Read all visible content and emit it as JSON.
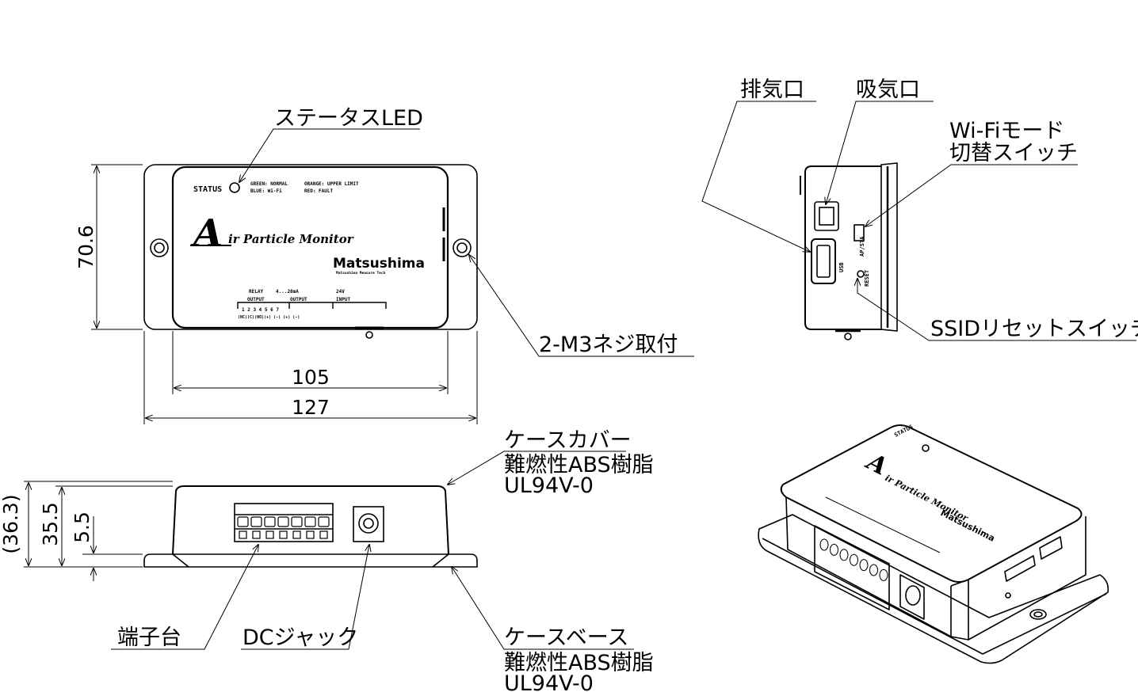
{
  "labels": {
    "status_led": "ステータスLED",
    "mount_screw": "2-M3ネジ取付",
    "exhaust": "排気口",
    "intake": "吸気口",
    "wifi_switch_l1": "Wi-Fiモード",
    "wifi_switch_l2": "切替スイッチ",
    "ssid_switch": "SSIDリセットスイッチ",
    "case_cover_l1": "ケースカバー",
    "case_cover_l2": "難燃性ABS樹脂",
    "case_cover_l3": "UL94V-0",
    "terminal_block": "端子台",
    "dc_jack": "DCジャック",
    "case_base_l1": "ケースベース",
    "case_base_l2": "難燃性ABS樹脂",
    "case_base_l3": "UL94V-0"
  },
  "dimensions": {
    "height": "70.6",
    "inner_width": "105",
    "outer_width": "127",
    "total_height": "(36.3)",
    "cover_height": "35.5",
    "base_height": "5.5"
  },
  "device": {
    "status_text": "STATUS",
    "legend_l1a": "GREEN: NORMAL",
    "legend_l1b": "ORANGE: UPPER LIMIT",
    "legend_l2a": "BLUE: Wi-Fi",
    "legend_l2b": "RED: FAULT",
    "logo_a": "A",
    "logo_text": "ir Particle Monitor",
    "brand": "Matsushima",
    "brand_sub": "Matsushima Measure Tech",
    "term_relay": "RELAY",
    "term_analog": "4...20mA",
    "term_power": "24V",
    "term_output1": "OUTPUT",
    "term_output2": "OUTPUT",
    "term_input": "INPUT",
    "term_nums": "1  2  3  4  5  6  7",
    "term_signs": "(NC)(C)(NO)(+) (-) (+) (-)",
    "side_wifi": "AP/STA",
    "side_reset": "RESET",
    "side_usb": "USB"
  }
}
